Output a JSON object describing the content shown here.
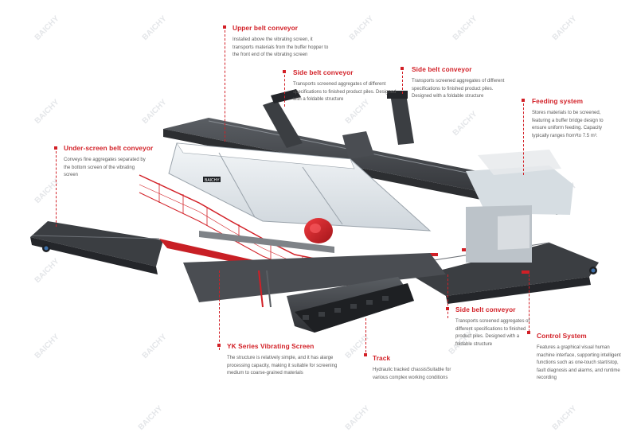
{
  "watermark": "BAICHY",
  "machine_brand": "BAICHY",
  "callouts": {
    "upper_belt": {
      "title": "Upper belt conveyor",
      "desc": "Installed above the vibrating screen, it transports materials from the buffer hopper to the front end of the vibrating screen"
    },
    "side_belt_1": {
      "title": "Side belt conveyor",
      "desc": "Transports screened aggregates of different specifications to finished product piles. Designed with a foldable structure"
    },
    "side_belt_2": {
      "title": "Side belt conveyor",
      "desc": "Transports screened aggregates of different specifications to finished product piles. Designed with a foldable structure"
    },
    "feeding": {
      "title": "Feeding system",
      "desc": "Stores materials to be screened, featuring a buffer bridge design to ensure uniform feeding. Capacity typically ranges from³to 7.5 m³."
    },
    "under_screen": {
      "title": "Under-screen  belt conveyor",
      "desc": "Conveys fine aggregates separated by the bottom screen of the vibrating screen"
    },
    "side_belt_3": {
      "title": "Side belt conveyor",
      "desc": "Transports screened aggregates of different specifications to finished product piles. Designed with a foldable structure"
    },
    "vibrating_screen": {
      "title": "YK Series Vibrating Screen",
      "desc": "The structure is relatively simple, and it has alarge processing capacity, making it suitable for screening medium to coarse-grained materials"
    },
    "track": {
      "title": "Track",
      "desc": "Hydraulic tracked chassisSuitable for various complex working conditions"
    },
    "control": {
      "title": "Control System",
      "desc": "Features a graphical visual human machine interface, supporting intelligent functions such as one-touch start/stop, fault diagnosis and alarms, and runtime recording"
    }
  },
  "colors": {
    "accent_red": "#d21f26",
    "text_gray": "#5a5a5a",
    "machine_dark": "#3f4246",
    "machine_mid": "#6d7177",
    "screen_white": "#e9eef2",
    "watermark": "#e4e6e9"
  }
}
